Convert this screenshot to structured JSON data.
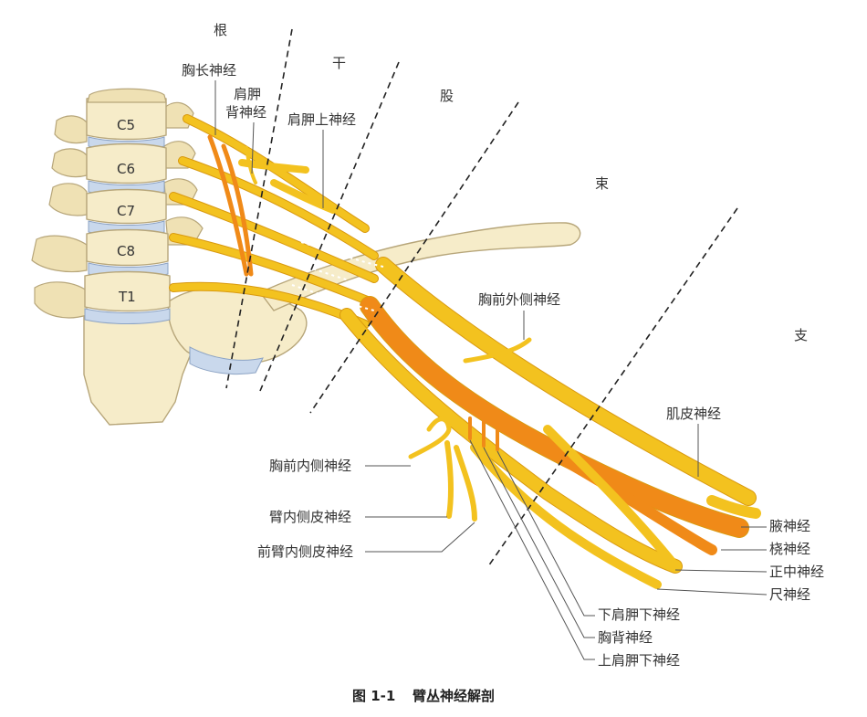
{
  "segments": {
    "root": "根",
    "trunk": "干",
    "division": "股",
    "cord": "束",
    "branch": "支"
  },
  "vertebrae": [
    "C5",
    "C6",
    "C7",
    "C8",
    "T1"
  ],
  "nerves_top": {
    "long_thoracic": "胸长神经",
    "dorsal_scapular_line1": "肩胛",
    "dorsal_scapular_line2": "背神经",
    "suprascapular": "肩胛上神经"
  },
  "nerves_mid": {
    "lateral_pectoral": "胸前外侧神经",
    "musculocutaneous": "肌皮神经"
  },
  "nerves_left": {
    "medial_pectoral": "胸前内侧神经",
    "medial_brachial_cutaneous": "臂内侧皮神经",
    "medial_antebrachial_cutaneous": "前臂内侧皮神经"
  },
  "nerves_right": {
    "axillary": "腋神经",
    "radial": "桡神经",
    "median": "正中神经",
    "ulnar": "尺神经"
  },
  "nerves_bottom": {
    "lower_subscapular": "下肩胛下神经",
    "thoracodorsal": "胸背神经",
    "upper_subscapular": "上肩胛下神经"
  },
  "caption": {
    "number": "图 1-1",
    "title": "臂丛神经解剖"
  }
}
